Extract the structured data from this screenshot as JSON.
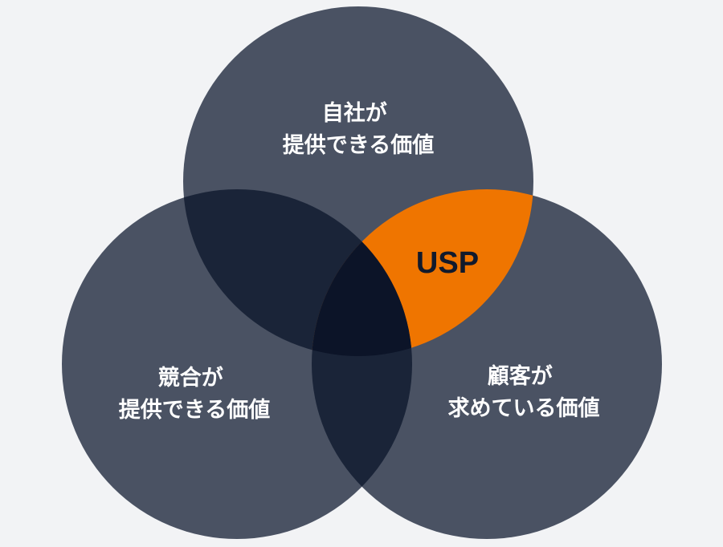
{
  "diagram": {
    "circles": [
      {
        "id": "company",
        "lines": [
          "自社が",
          "提供できる価値"
        ]
      },
      {
        "id": "competitor",
        "lines": [
          "競合が",
          "提供できる価値"
        ]
      },
      {
        "id": "customer",
        "lines": [
          "顧客が",
          "求めている価値"
        ]
      }
    ],
    "highlight": {
      "label": "USP"
    }
  },
  "colors": {
    "background": "#f2f3f5",
    "circle": "#4a5263",
    "overlap_pair": "#1a2438",
    "overlap_center": "#0c1428",
    "usp_fill": "#ef7500",
    "usp_text": "#111a2c"
  }
}
